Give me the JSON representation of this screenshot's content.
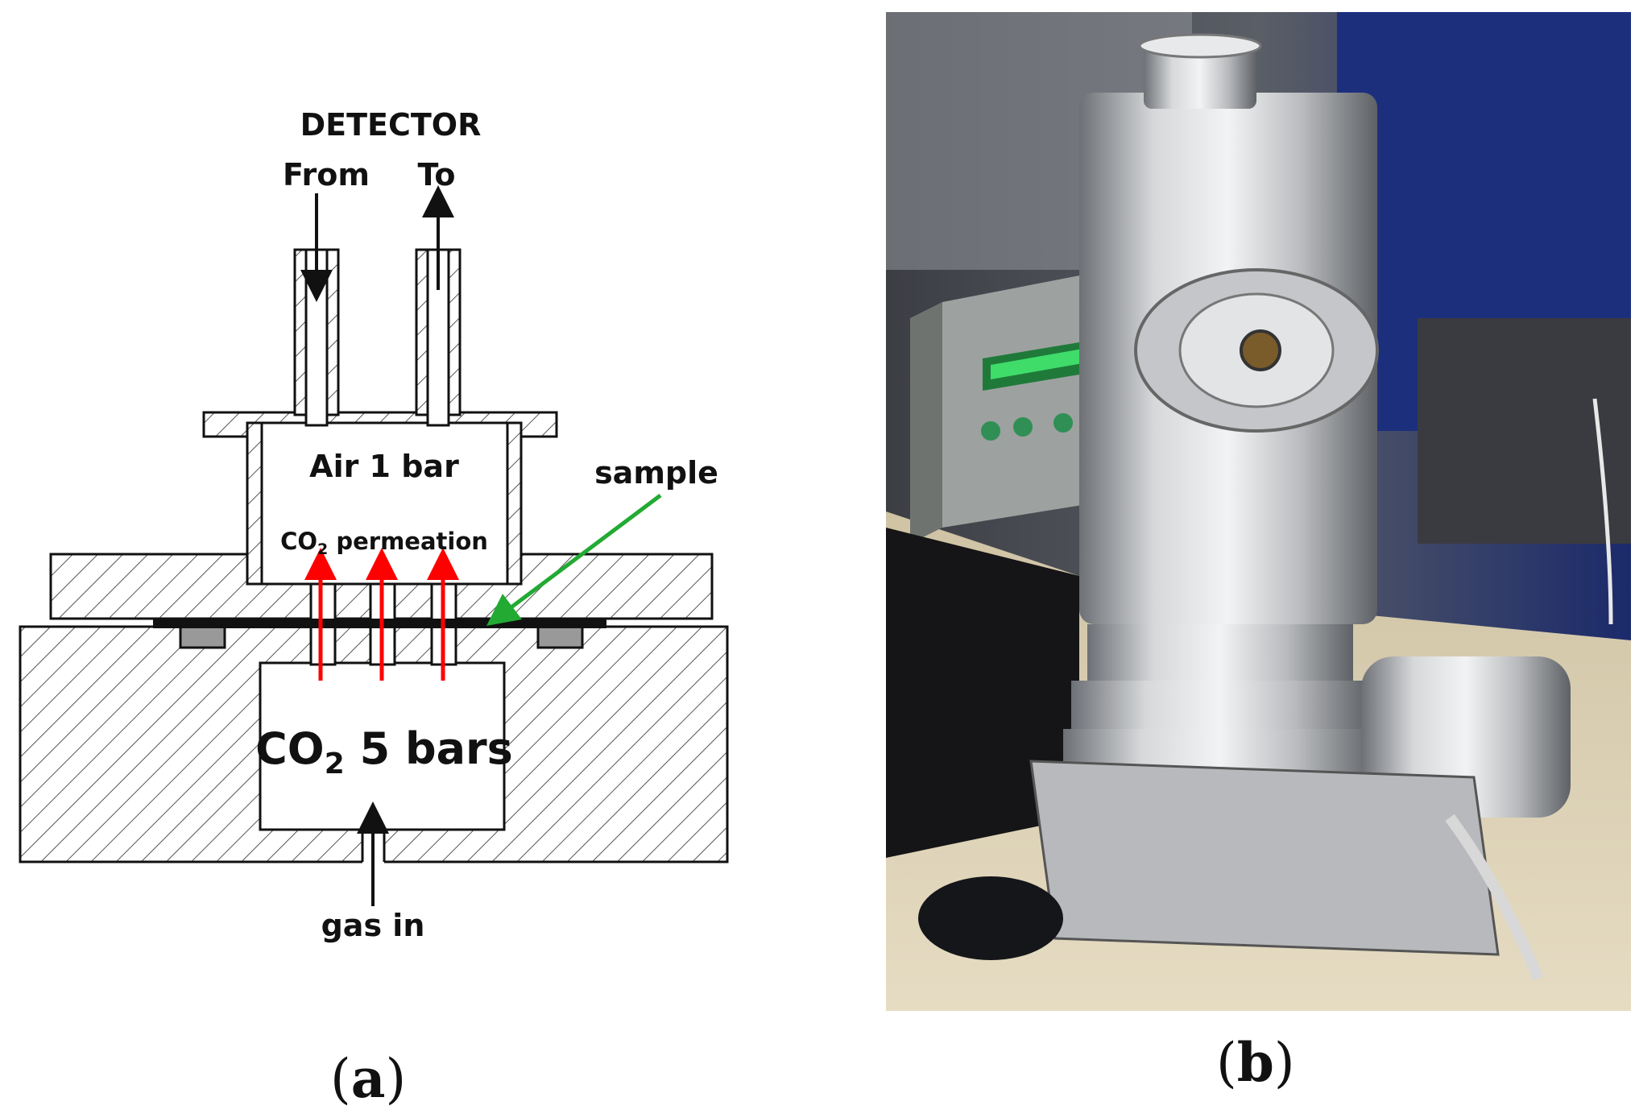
{
  "diagram": {
    "detector_label": "DETECTOR",
    "from_label": "From",
    "to_label": "To",
    "air_label": "Air 1 bar",
    "permeation_prefix": "CO",
    "permeation_sub": "2",
    "permeation_suffix": " permeation",
    "sample_label": "sample",
    "co2_prefix": "CO",
    "co2_sub": "2",
    "co2_suffix": " 5 bars",
    "gas_in_label": "gas in",
    "colors": {
      "permeation_arrows": "#ff0000",
      "sample_pointer": "#22aa33",
      "outline": "#111111",
      "hatch": "#555555",
      "seal": "#999999"
    }
  },
  "panels": {
    "a_label": "a",
    "b_label": "b",
    "open_paren": "(",
    "close_paren": ")"
  }
}
